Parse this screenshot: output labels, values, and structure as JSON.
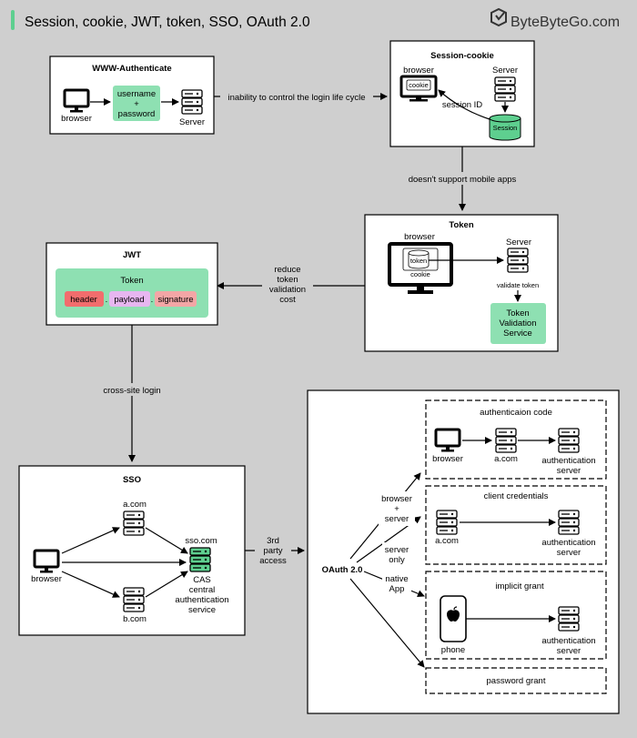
{
  "title": "Session, cookie, JWT, token, SSO, OAuth 2.0",
  "brand": "ByteByteGo.com",
  "colors": {
    "accent_green": "#5ecf8f",
    "card_green": "#8ee0b2",
    "pill_red": "#f26d6d",
    "pill_pink": "#f3a6a6",
    "pill_purple": "#e7b6f0",
    "background": "#cfcfcf"
  },
  "www": {
    "title": "WWW-Authenticate",
    "browser": "browser",
    "cred_line1": "username",
    "cred_line2": "+",
    "cred_line3": "password",
    "server": "Server"
  },
  "edge_labels": {
    "inability": "inability to control the login life cycle",
    "mobile": "doesn't support mobile apps",
    "reduce1": "reduce",
    "reduce2": "token",
    "reduce3": "validation",
    "reduce4": "cost",
    "cross": "cross-site login",
    "third1": "3rd",
    "third2": "party",
    "third3": "access"
  },
  "session": {
    "title": "Session-cookie",
    "browser": "browser",
    "cookie": "cookie",
    "server": "Server",
    "session_id": "session ID",
    "session_db": "Session"
  },
  "token": {
    "title": "Token",
    "browser": "browser",
    "token_inner": "token",
    "cookie": "cookie",
    "server": "Server",
    "validate": "validate token",
    "svc1": "Token",
    "svc2": "Validation",
    "svc3": "Service"
  },
  "jwt": {
    "title": "JWT",
    "token": "Token",
    "header": "header",
    "dot": ".",
    "payload": "payload",
    "signature": "signature"
  },
  "sso": {
    "title": "SSO",
    "browser": "browser",
    "a_com": "a.com",
    "b_com": "b.com",
    "sso_com": "sso.com",
    "cas1": "CAS",
    "cas2": "central",
    "cas3": "authentication",
    "cas4": "service"
  },
  "oauth": {
    "title": "OAuth 2.0",
    "branch_bs1": "browser",
    "branch_bs2": "+",
    "branch_bs3": "server",
    "branch_so1": "server",
    "branch_so2": "only",
    "branch_na1": "native",
    "branch_na2": "App",
    "auth_code": {
      "title": "authenticaion code",
      "browser": "browser",
      "a_com": "a.com",
      "server1": "authentication",
      "server2": "server"
    },
    "client_cred": {
      "title": "client credentials",
      "a_com": "a.com",
      "server1": "authentication",
      "server2": "server"
    },
    "implicit": {
      "title": "implicit grant",
      "phone": "phone",
      "server1": "authentication",
      "server2": "server"
    },
    "password": {
      "title": "password grant"
    }
  }
}
